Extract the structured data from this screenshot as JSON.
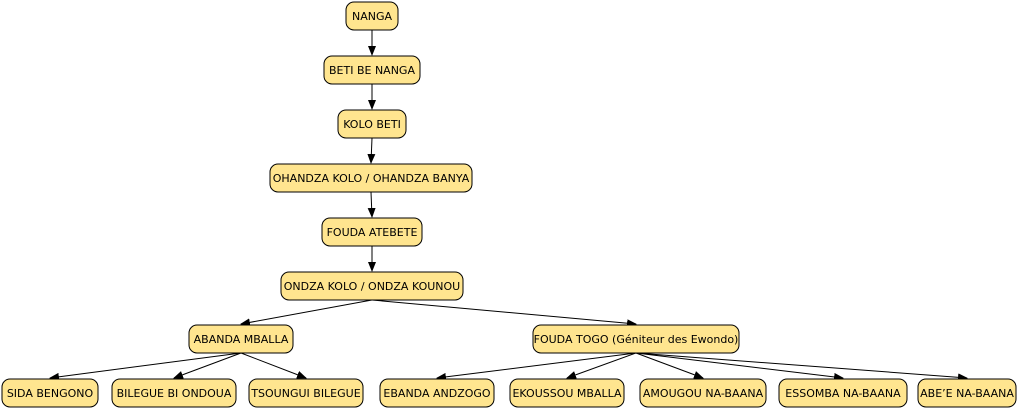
{
  "diagram": {
    "type": "tree",
    "node_fill": "#ffe58f",
    "node_stroke": "#000000",
    "edge_color": "#000000",
    "nodes": [
      {
        "id": "nanga",
        "label": "NANGA"
      },
      {
        "id": "beti-be-nanga",
        "label": "BETI BE NANGA"
      },
      {
        "id": "kolo-beti",
        "label": "KOLO BETI"
      },
      {
        "id": "ohandza-kolo",
        "label": "OHANDZA KOLO / OHANDZA BANYA"
      },
      {
        "id": "fouda-atebete",
        "label": "FOUDA ATEBETE"
      },
      {
        "id": "ondza-kolo",
        "label": "ONDZA KOLO / ONDZA KOUNOU"
      },
      {
        "id": "abanda-mballa",
        "label": "ABANDA MBALLA"
      },
      {
        "id": "fouda-togo",
        "label": "FOUDA TOGO (Géniteur des Ewondo)"
      },
      {
        "id": "sida-bengono",
        "label": "SIDA BENGONO"
      },
      {
        "id": "bilegue-bi-ondoua",
        "label": "BILEGUE BI ONDOUA"
      },
      {
        "id": "tsoungui-bilegue",
        "label": "TSOUNGUI BILEGUE"
      },
      {
        "id": "ebanda-andzogo",
        "label": "EBANDA ANDZOGO"
      },
      {
        "id": "ekoussou-mballa",
        "label": "EKOUSSOU MBALLA"
      },
      {
        "id": "amougou-na-baana",
        "label": "AMOUGOU NA-BAANA"
      },
      {
        "id": "essomba-na-baana",
        "label": "ESSOMBA NA-BAANA"
      },
      {
        "id": "abe-na-baana",
        "label": "ABE’E NA-BAANA"
      }
    ],
    "edges": [
      {
        "from": "nanga",
        "to": "beti-be-nanga"
      },
      {
        "from": "beti-be-nanga",
        "to": "kolo-beti"
      },
      {
        "from": "kolo-beti",
        "to": "ohandza-kolo"
      },
      {
        "from": "ohandza-kolo",
        "to": "fouda-atebete"
      },
      {
        "from": "fouda-atebete",
        "to": "ondza-kolo"
      },
      {
        "from": "ondza-kolo",
        "to": "abanda-mballa"
      },
      {
        "from": "ondza-kolo",
        "to": "fouda-togo"
      },
      {
        "from": "abanda-mballa",
        "to": "sida-bengono"
      },
      {
        "from": "abanda-mballa",
        "to": "bilegue-bi-ondoua"
      },
      {
        "from": "abanda-mballa",
        "to": "tsoungui-bilegue"
      },
      {
        "from": "fouda-togo",
        "to": "ebanda-andzogo"
      },
      {
        "from": "fouda-togo",
        "to": "ekoussou-mballa"
      },
      {
        "from": "fouda-togo",
        "to": "amougou-na-baana"
      },
      {
        "from": "fouda-togo",
        "to": "essomba-na-baana"
      },
      {
        "from": "fouda-togo",
        "to": "abe-na-baana"
      }
    ]
  }
}
